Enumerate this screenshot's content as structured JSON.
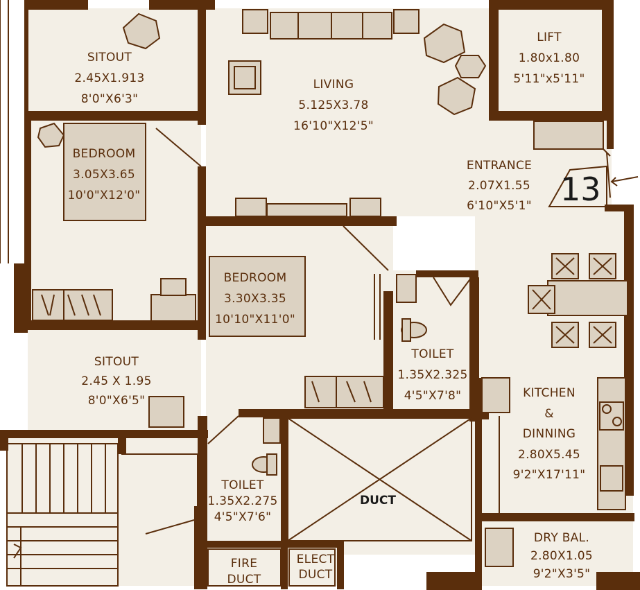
{
  "unit_number": "13",
  "rooms": {
    "sitout_top": {
      "name": "SITOUT",
      "metric": "2.45X1.913",
      "imperial": "8'0\"X6'3\""
    },
    "living": {
      "name": "LIVING",
      "metric": "5.125X3.78",
      "imperial": "16'10\"X12'5\""
    },
    "lift": {
      "name": "LIFT",
      "metric": "1.80x1.80",
      "imperial": "5'11\"x5'11\""
    },
    "entrance": {
      "name": "ENTRANCE",
      "metric": "2.07X1.55",
      "imperial": "6'10\"X5'1\""
    },
    "bedroom_1": {
      "name": "BEDROOM",
      "metric": "3.05X3.65",
      "imperial": "10'0\"X12'0\""
    },
    "bedroom_2": {
      "name": "BEDROOM",
      "metric": "3.30X3.35",
      "imperial": "10'10\"X11'0\""
    },
    "toilet_1": {
      "name": "TOILET",
      "metric": "1.35X2.325",
      "imperial": "4'5\"X7'8\""
    },
    "sitout_bottom": {
      "name": "SITOUT",
      "metric": "2.45 X 1.95",
      "imperial": "8'0\"X6'5\""
    },
    "kitchen": {
      "name_line1": "KITCHEN",
      "name_line2": "&",
      "name_line3": "DINNING",
      "metric": "2.80X5.45",
      "imperial": "9'2\"X17'11\""
    },
    "toilet_2": {
      "name": "TOILET",
      "metric": "1.35X2.275",
      "imperial": "4'5\"X7'6\""
    },
    "duct": {
      "name": "DUCT"
    },
    "fire_duct": {
      "line1": "FIRE",
      "line2": "DUCT"
    },
    "elect_duct": {
      "line1": "ELECT",
      "line2": "DUCT"
    },
    "dry_balcony": {
      "name": "DRY BAL.",
      "metric": "2.80X1.05",
      "imperial": "9'2\"X3'5\""
    }
  },
  "colors": {
    "wall": "#5a2e0c",
    "floor": "#f3efe6",
    "furniture": "#dcd2c2"
  }
}
